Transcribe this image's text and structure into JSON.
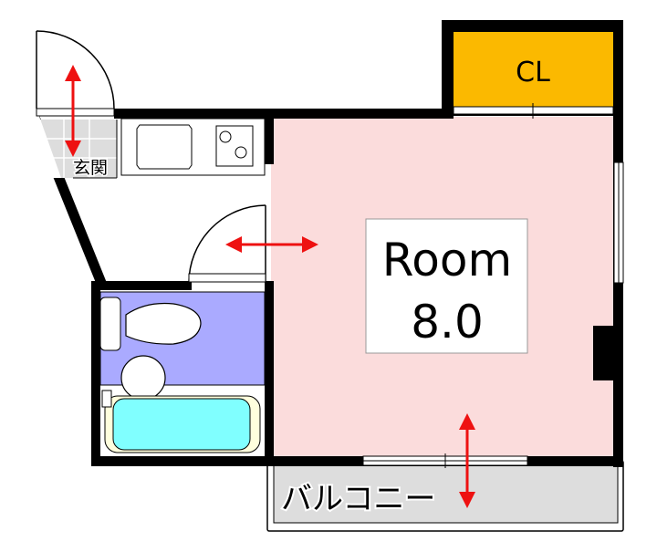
{
  "plan": {
    "closet_label": "CL",
    "room_label": "Room",
    "room_size": "8.0",
    "entrance_label": "玄関",
    "balcony_label": "バルコニー"
  },
  "colors": {
    "room": "#fbdcdc",
    "closet": "#fbb900",
    "toilet": "#aaaaff",
    "bathtub": "#80ffff",
    "balcony": "#dddddd",
    "arrow": "#ee1111",
    "wall": "#000000"
  }
}
